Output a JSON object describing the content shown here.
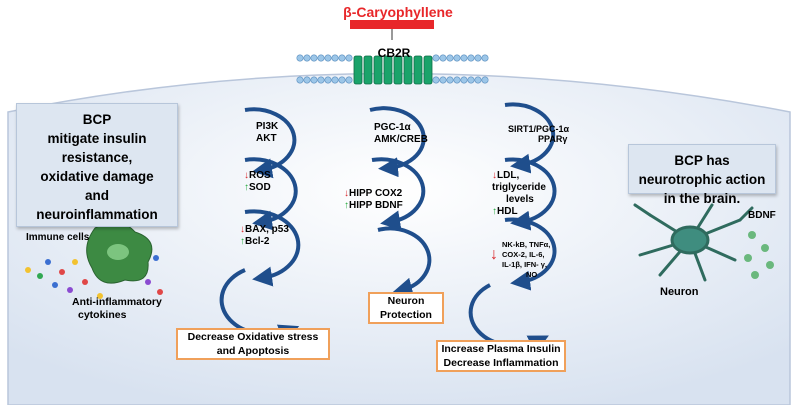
{
  "ligand": "β-Caryophyllene",
  "receptor": "CB2R",
  "left_box": {
    "lines": [
      "BCP",
      "mitigate insulin",
      "resistance,",
      "oxidative damage",
      "and",
      "neuroinflammation"
    ]
  },
  "right_box": {
    "lines": [
      "BCP has",
      "neurotrophic action",
      "in the brain."
    ]
  },
  "immune_label": "Immune cells",
  "cytokines_label": [
    "Anti-inflammatory",
    "cytokines"
  ],
  "neuron_label": "Neuron",
  "bdnf_label": "BDNF",
  "pathway1": {
    "top": [
      "PI3K",
      "AKT"
    ],
    "mid": [
      {
        "dir": "down",
        "text": "ROS"
      },
      {
        "dir": "up",
        "text": "SOD"
      }
    ],
    "low": [
      {
        "dir": "down",
        "text": "BAX, p53"
      },
      {
        "dir": "up",
        "text": "Bcl-2"
      }
    ],
    "outcome": [
      "Decrease Oxidative stress",
      "and Apoptosis"
    ]
  },
  "pathway2": {
    "top": [
      "PGC-1α",
      "AMK/CREB"
    ],
    "mid": [
      {
        "dir": "down",
        "text": "HIPP COX2"
      },
      {
        "dir": "up",
        "text": "HIPP BDNF"
      }
    ],
    "outcome": [
      "Neuron",
      "Protection"
    ]
  },
  "pathway3": {
    "top": [
      "SIRT1/PGC-1α",
      "PPARγ"
    ],
    "mid": [
      {
        "dir": "down",
        "text": "LDL,"
      },
      {
        "dir": "none",
        "text": "triglyceride"
      },
      {
        "dir": "none",
        "text": "levels"
      },
      {
        "dir": "up",
        "text": "HDL"
      }
    ],
    "low": [
      "NK-kB, TNFα,",
      "COX-2, IL-6,",
      "IL-1β, IFN- γ,",
      "NO"
    ],
    "outcome": [
      "Increase Plasma Insulin",
      "Decrease Inflammation"
    ]
  },
  "colors": {
    "ligand": "#e8272a",
    "arrow": "#1f4e8c",
    "membrane_fill": "#e8eef7",
    "outcome_border": "#f0a05a",
    "up": "#21a83a",
    "down": "#d9262a",
    "receptor": "#1aa36a"
  }
}
